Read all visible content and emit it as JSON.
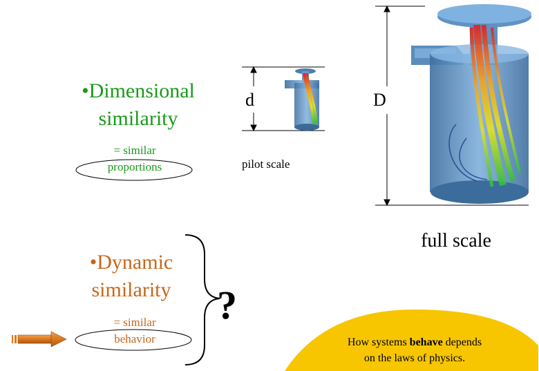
{
  "dimensional": {
    "title_line1": "•Dimensional",
    "title_line2": "similarity",
    "sub_line1": "= similar",
    "sub_line2": "proportions"
  },
  "dynamic": {
    "title_line1": "•Dynamic",
    "title_line2": "similarity",
    "sub_line1": "= similar",
    "sub_line2": "behavior"
  },
  "pilot": {
    "dimension_label": "d",
    "caption": "pilot scale"
  },
  "full": {
    "dimension_label": "D",
    "caption": "full scale"
  },
  "question_mark": "?",
  "callout": {
    "text_before": "How systems ",
    "text_bold": "behave",
    "text_after": " depends",
    "line2": "on the laws of physics."
  },
  "colors": {
    "green": "#1a9a1a",
    "orange": "#c8661a",
    "callout_yellow": "#f7c600",
    "vessel_blue": "#5b8fbf",
    "arrow_orange": "#d9781e"
  }
}
